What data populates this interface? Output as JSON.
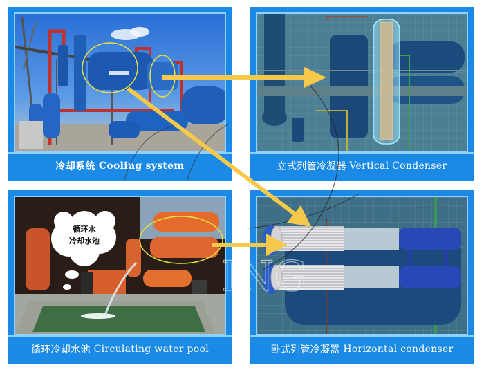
{
  "diagram": {
    "title": "Cooling system diagram",
    "colors": {
      "panel_blue": "#1a8ae6",
      "panel_border": "#8fd0ff",
      "arrow_yellow": "#f7c94a",
      "highlight_ellipse": "#e8e23a"
    },
    "panels": [
      {
        "id": "cooling-system",
        "position": "top-left",
        "caption_cn": "冷却系统",
        "caption_en": "Cooling system",
        "photo_description": "Blue industrial cooling system installation with red pipes, towers and tanks under blue sky; two yellow ellipses highlight condensers"
      },
      {
        "id": "vertical-condenser",
        "position": "top-right",
        "caption_cn": "立式列管冷凝器",
        "caption_en": "Vertical Condenser",
        "photo_description": "3D rendering of transparent vertical tube condenser with grid background"
      },
      {
        "id": "circulating-water-pool",
        "position": "bottom-left",
        "caption_cn": "循环冷却水池",
        "caption_en": "Circulating water pool",
        "photo_description": "Orange horizontal condensers above a green water pool with a water jet; a speech cloud label",
        "cloud_label_line1": "循环水",
        "cloud_label_line2": "冷却水池"
      },
      {
        "id": "horizontal-condenser",
        "position": "bottom-right",
        "caption_cn": "卧式列管冷凝器",
        "caption_en": "Horizontal condenser",
        "photo_description": "3D rendering of two horizontal tube-bundle condensers with blue shells on grid background"
      }
    ],
    "arrows": [
      {
        "from": "cooling-system (right ellipse)",
        "to": "vertical-condenser"
      },
      {
        "from": "cooling-system (left ellipse)",
        "to": "horizontal-condenser"
      },
      {
        "from": "circulating-water-pool (ellipse)",
        "to": "horizontal-condenser"
      }
    ],
    "watermark": "ING"
  }
}
